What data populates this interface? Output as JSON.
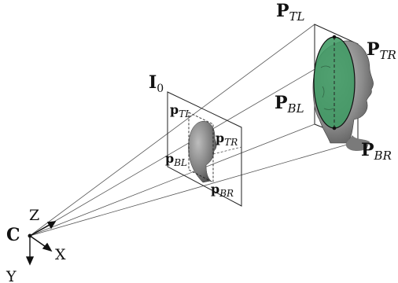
{
  "labels": {
    "camera_center": {
      "main": "C"
    },
    "axis_z": {
      "main": "Z"
    },
    "axis_x": {
      "main": "X"
    },
    "axis_y": {
      "main": "Y"
    },
    "image_plane": {
      "main": "I",
      "sub": "0"
    },
    "img_top_left": {
      "main": "p",
      "sub": "TL"
    },
    "img_top_right": {
      "main": "p",
      "sub": "TR"
    },
    "img_bottom_left": {
      "main": "p",
      "sub": "BL"
    },
    "img_bottom_right": {
      "main": "p",
      "sub": "BR"
    },
    "world_top_left": {
      "main": "P",
      "sub": "TL"
    },
    "world_top_right": {
      "main": "P",
      "sub": "TR"
    },
    "world_bottom_left": {
      "main": "P",
      "sub": "BL"
    },
    "world_bottom_right": {
      "main": "P",
      "sub": "BR"
    }
  },
  "colors": {
    "ellipse_fill": "#3f9a63",
    "head_gray": "#8d8d8d",
    "line": "#222222"
  }
}
